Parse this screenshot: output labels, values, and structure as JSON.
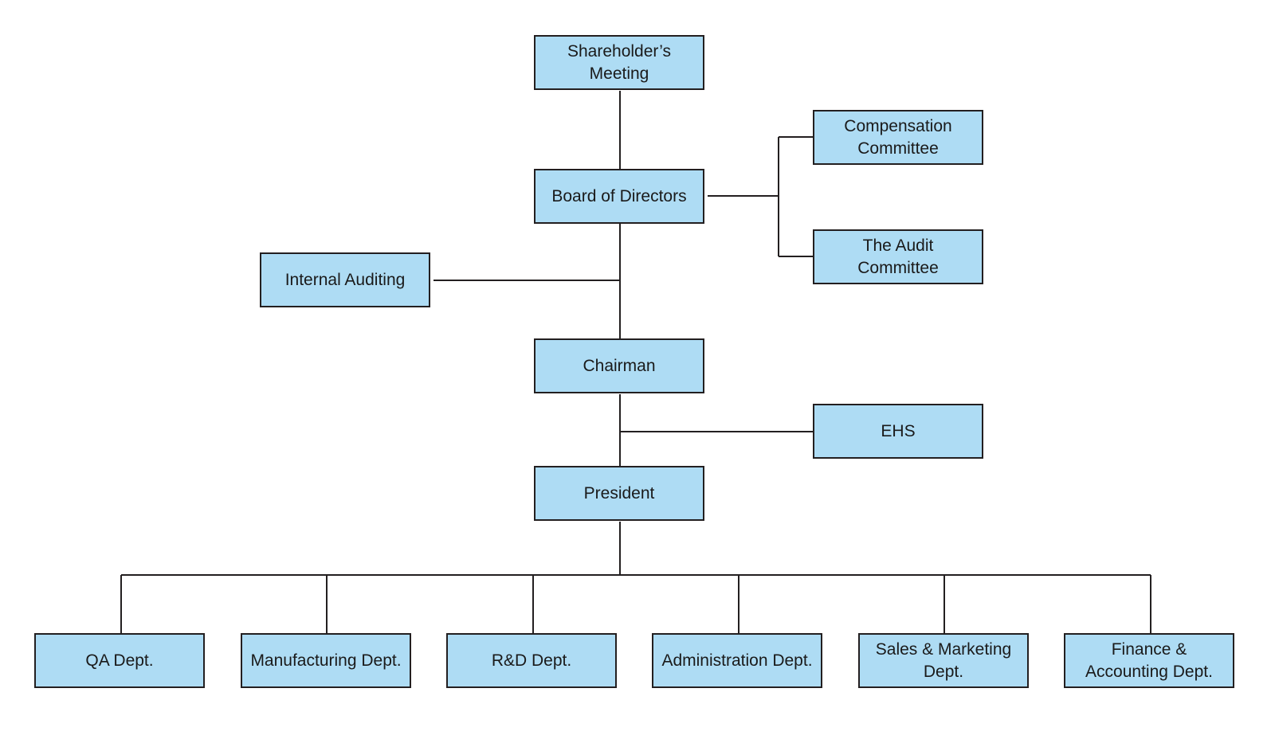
{
  "colors": {
    "box_fill": "#aedcf4",
    "box_border": "#231f20",
    "connector": "#231f20",
    "text": "#1a1a1a",
    "background": "#ffffff"
  },
  "nodes": {
    "shareholders_meeting": "Shareholder’s Meeting",
    "board_of_directors": "Board of Directors",
    "compensation_committee": "Compensation Committee",
    "audit_committee": "The Audit Committee",
    "internal_auditing": "Internal Auditing",
    "chairman": "Chairman",
    "ehs": "EHS",
    "president": "President",
    "departments": [
      "QA Dept.",
      "Manufacturing Dept.",
      "R&D Dept.",
      "Administration Dept.",
      "Sales & Marketing Dept.",
      "Finance & Accounting Dept."
    ]
  },
  "edges": [
    [
      "shareholders_meeting",
      "board_of_directors"
    ],
    [
      "board_of_directors",
      "compensation_committee"
    ],
    [
      "board_of_directors",
      "audit_committee"
    ],
    [
      "board_of_directors",
      "chairman"
    ],
    [
      "board_of_directors",
      "internal_auditing"
    ],
    [
      "chairman",
      "president"
    ],
    [
      "chairman",
      "ehs"
    ],
    [
      "president",
      "departments.0"
    ],
    [
      "president",
      "departments.1"
    ],
    [
      "president",
      "departments.2"
    ],
    [
      "president",
      "departments.3"
    ],
    [
      "president",
      "departments.4"
    ],
    [
      "president",
      "departments.5"
    ]
  ]
}
